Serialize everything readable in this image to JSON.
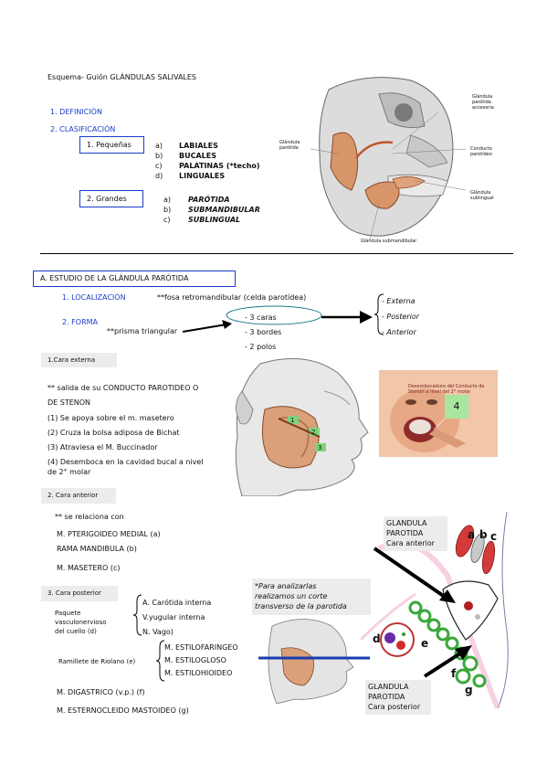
{
  "title": "Esquema- Guión  GLÁNDULAS SALIVALES",
  "section1": {
    "definicion": "1. DEFINICIÓN",
    "clasificacion": "2. CLASIFICACIÓN"
  },
  "pequenas": {
    "label": "1. Pequeñas",
    "items": [
      {
        "letter": "a)",
        "text": "LABIALES"
      },
      {
        "letter": "b)",
        "text": "BUCALES"
      },
      {
        "letter": "c)",
        "text": "PALATINAS (*techo)"
      },
      {
        "letter": "d)",
        "text": "LINGUALES"
      }
    ]
  },
  "grandes": {
    "label": "2. Grandes",
    "items": [
      {
        "letter": "a)",
        "text": "PARÓTIDA"
      },
      {
        "letter": "b)",
        "text": "SUBMANDIBULAR"
      },
      {
        "letter": "c)",
        "text": "SUBLINGUAL"
      }
    ]
  },
  "fig1": {
    "parotida": "Glándula\nparótida",
    "accesoria": "Glándula\nparótida\naccesoria",
    "conducto": "Conducto\nparotídeo",
    "sublingual": "Glándula\nsublingual",
    "submandibular": "Glándula submandibular"
  },
  "sectionA": {
    "title": "A. ESTUDIO  DE LA GLÁNDULA PARÓTIDA",
    "localizacion": "1. LOCALIZACIÓN",
    "localizacion_text": "**fosa retromandibular (celda parotídea)",
    "forma": "2. FORMA",
    "forma_text": "**prisma triangular",
    "forma_items": [
      "- 3 caras",
      "- 3 bordes",
      "- 2 polos"
    ],
    "caras": [
      "- Externa",
      "- Posterior",
      "- Anterior"
    ]
  },
  "cara_externa": {
    "label": "1.Cara externa",
    "intro": "** salida de su CONDUCTO PAROTIDEO O DE STENON",
    "intro_l1": "** salida de su CONDUCTO PAROTIDEO O",
    "intro_l2": "DE STENON",
    "items": [
      "(1) Se apoya sobre el m. masetero",
      "(2) Cruza la bolsa adiposa de Bichat",
      "(3) Atraviesa el M. Buccinador"
    ],
    "item4_l1": "(4) Desemboca en la cavidad bucal a nivel",
    "item4_l2": "de 2° molar",
    "fig_numbers": [
      "1",
      "2",
      "3"
    ],
    "mouth_caption": "Desembocadura del Conducto de Stenon a nivel del 2° molar",
    "mouth_number": "4"
  },
  "cara_anterior": {
    "label": "2. Cara anterior",
    "intro": "** se relaciona con",
    "items": [
      "M. PTERIGOIDEO MEDIAL (a)",
      "RAMA MANDIBULA (b)",
      "M. MASETERO (c)"
    ]
  },
  "cara_posterior": {
    "label": "3. Cara posterior",
    "paquete_l1": "Paquete",
    "paquete_l2": "vasculonervioso",
    "paquete_l3": "del cuello (d)",
    "paquete_items": [
      "A. Carótida interna",
      "V.yugular interna",
      "N. Vago)"
    ],
    "ramillete": "Ramillete de Riolano (e)",
    "ramillete_items": [
      "M. ESTILOFARINGEO",
      "M. ESTILOGLOSO",
      "M. ESTILOHIOIDEO"
    ],
    "extra": [
      "M. DIGASTRICO (v.p.) (f)",
      "M. ESTERNOCLEIDO MASTOIDEO (g)"
    ]
  },
  "note": {
    "l1": "*Para analizarlas",
    "l2": "realizamos un corte",
    "l3": "transverso de la parotida"
  },
  "gl_anterior": {
    "l1": "GLANDULA",
    "l2": "PAROTIDA",
    "l3": "Cara anterior"
  },
  "gl_posterior": {
    "l1": "GLANDULA",
    "l2": "PAROTIDA",
    "l3": "Cara posterior"
  },
  "diagram_letters": [
    "a",
    "b",
    "c",
    "d",
    "e",
    "f",
    "g"
  ]
}
